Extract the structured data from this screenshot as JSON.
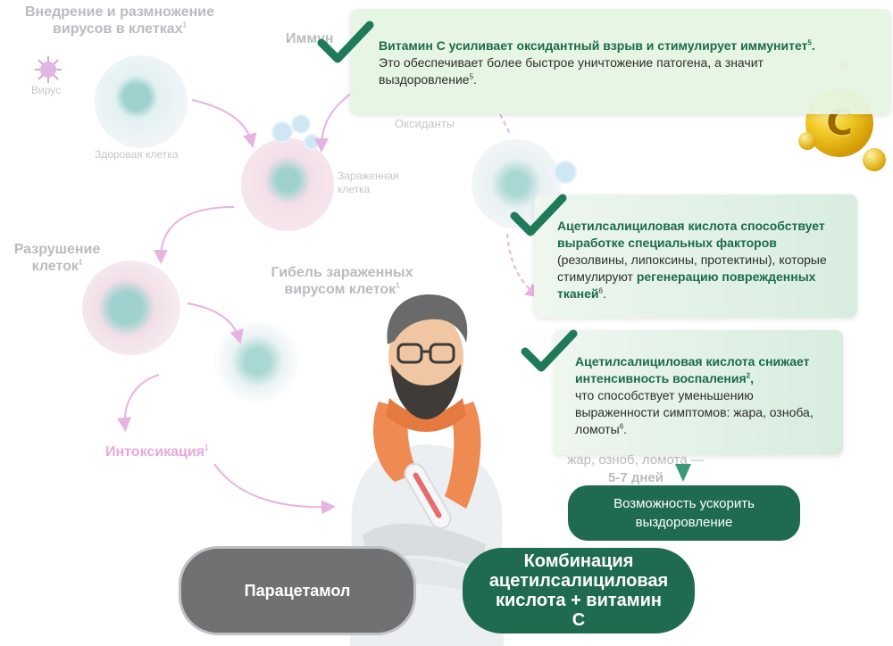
{
  "left": {
    "heading1": "Внедрение и размножение",
    "heading1_line2": "вирусов в клетках",
    "virus_label": "Вирус",
    "healthy_cell_label": "Здоровая клетка",
    "infected_label_1": "Зараженная",
    "infected_label_2": "клетка",
    "destruction_1": "Разрушение",
    "destruction_2": "клеток",
    "death_1": "Гибель зараженных",
    "death_2": "вирусом клеток",
    "intox": "Интоксикация",
    "immune_partial": "Иммун",
    "oxidants_label": "Оксиданты",
    "bg_fragment_1": "жар, озноб, ломота —",
    "bg_fragment_2": "5-7 дней"
  },
  "sup": "1",
  "cards": {
    "c1_bold": "Витамин С усиливает оксидантный взрыв и стимулирует иммунитет",
    "c1_sup": "5",
    "c1_dot": ".",
    "c1_text": "Это обеспечивает более быстрое уничтожение патогена, а значит выздоровление",
    "c1_sup2": "5",
    "c1_end": ".",
    "c2_bold": "Ацетилсалициловая кислота способствует выработке специальных факторов",
    "c2_text": "(резолвины, липоксины, протектины), которые стимулируют ",
    "c2_bold2": "регенерацию поврежденных тканей",
    "c2_sup": "6",
    "c2_end": ".",
    "c3_bold": "Ацетилсалициловая кислота снижает интенсивность воспаления",
    "c3_sup": "2",
    "c3_comma": ",",
    "c3_text": "что способствует уменьшению выраженности симптомов: жара, озноба, ломоты",
    "c3_sup2": "6",
    "c3_end": "."
  },
  "vitamin_letter": "C",
  "buttons": {
    "speedup": "Возможность ускорить выздоровление",
    "paracetamol": "Парацетамол",
    "combo": "Комбинация ацетилсалициловая кислота + витамин С"
  },
  "colors": {
    "green": "#1f6b4f",
    "check": "#1f7a5a",
    "pink": "#e8a7e0",
    "gray_text": "#b9bcbf",
    "vitamin_gold": "#e8b81e"
  }
}
